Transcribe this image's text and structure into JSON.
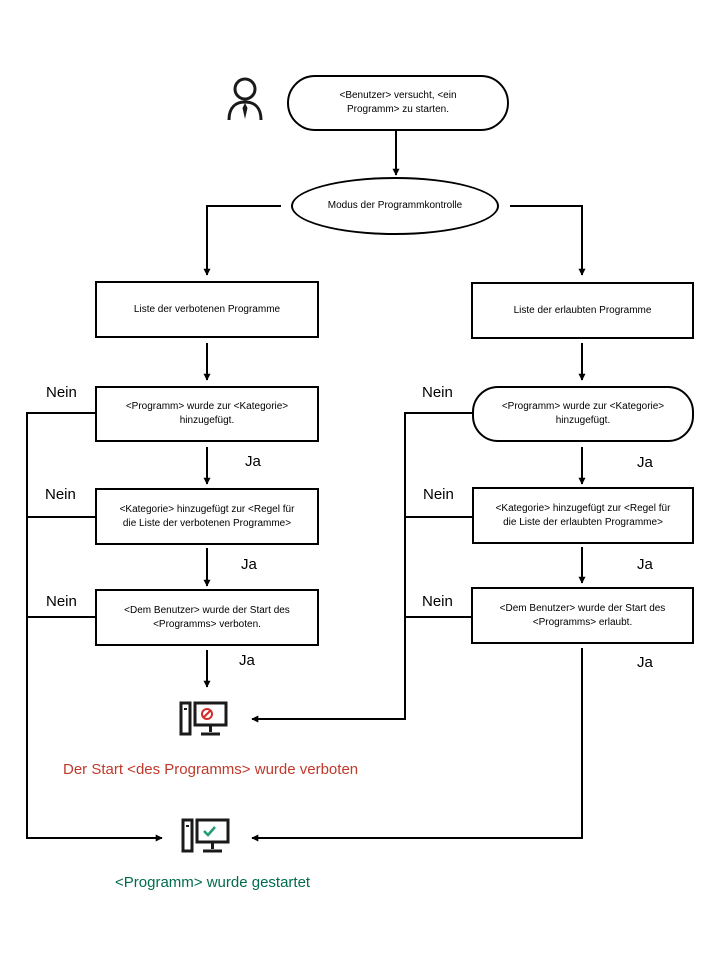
{
  "colors": {
    "line": "#000000",
    "blocked": "#c0392b",
    "started": "#006b4e",
    "icon_dark": "#1a1a1a",
    "icon_red": "#d62b2b",
    "icon_green": "#1f9e6e"
  },
  "icons": {
    "user": "user-icon",
    "blocked": "computer-blocked-icon",
    "started": "computer-allowed-icon"
  },
  "nodes": {
    "start": "<Benutzer> versucht, <ein\nProgramm>  zu starten.",
    "mode": "Modus der Programmkontrolle",
    "left_list": "Liste der verbotenen Programme",
    "right_list": "Liste der erlaubten Programme",
    "left_category": "<Programm>  wurde zur <Kategorie>\nhinzugefügt.",
    "right_category": "<Programm>  wurde zur <Kategorie>\nhinzugefügt.",
    "left_rule": "<Kategorie> hinzugefügt zur <Regel für\ndie Liste der verbotenen Programme>",
    "right_rule": "<Kategorie> hinzugefügt zur <Regel für\ndie Liste der erlaubten Programme>",
    "left_result": "<Dem Benutzer> wurde der Start des\n<Programms>  verboten.",
    "right_result": "<Dem Benutzer> wurde der Start des\n<Programms>  erlaubt."
  },
  "labels": {
    "no": "Nein",
    "yes": "Ja"
  },
  "outcomes": {
    "blocked": "Der Start <des Programms> wurde verboten",
    "started": "<Programm> wurde gestartet"
  }
}
